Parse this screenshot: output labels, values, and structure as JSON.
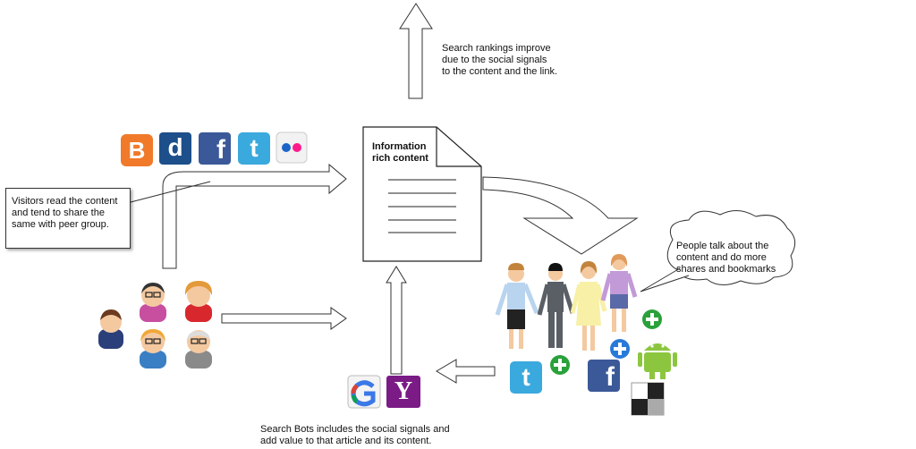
{
  "captions": {
    "rankings": [
      "Search rankings improve",
      "due to the social signals",
      "to the content and the link."
    ],
    "visitors": [
      "Visitors read the content",
      "and tend to share the",
      "same with peer group."
    ],
    "document": [
      "Information",
      "rich content"
    ],
    "people": [
      "People talk about the",
      "content and do more",
      "shares and bookmarks"
    ],
    "bots": [
      "Search Bots includes the social signals and",
      "add value to that article and its content."
    ]
  },
  "icons": {
    "social_top": [
      {
        "name": "blogger-icon",
        "letter": "B",
        "color": "#f07a2a"
      },
      {
        "name": "digg-icon",
        "letter": "d",
        "color": "#1d4f8a"
      },
      {
        "name": "facebook-icon",
        "letter": "f",
        "color": "#3b5998"
      },
      {
        "name": "twitter-icon",
        "letter": "t",
        "color": "#3aa9dd"
      },
      {
        "name": "flickr-icon",
        "letter": "",
        "color": "#f2f2f2"
      }
    ],
    "search_engines": [
      {
        "name": "google-icon",
        "letter": "g",
        "color": "#f4f4f4"
      },
      {
        "name": "yahoo-icon",
        "letter": "Y",
        "color": "#7b1b86"
      }
    ],
    "share_icons": [
      {
        "name": "twitter-icon",
        "letter": "t",
        "color": "#3aa9dd"
      },
      {
        "name": "facebook-icon",
        "letter": "f",
        "color": "#3b5998"
      },
      {
        "name": "android-icon",
        "letter": "",
        "color": "#8cc63f"
      },
      {
        "name": "delicious-icon",
        "letter": "",
        "color": "#ffffff"
      }
    ]
  },
  "colors": {
    "plus": "#2aa13a",
    "plus_blue": "#2979d9",
    "arrow_stroke": "#333333"
  }
}
